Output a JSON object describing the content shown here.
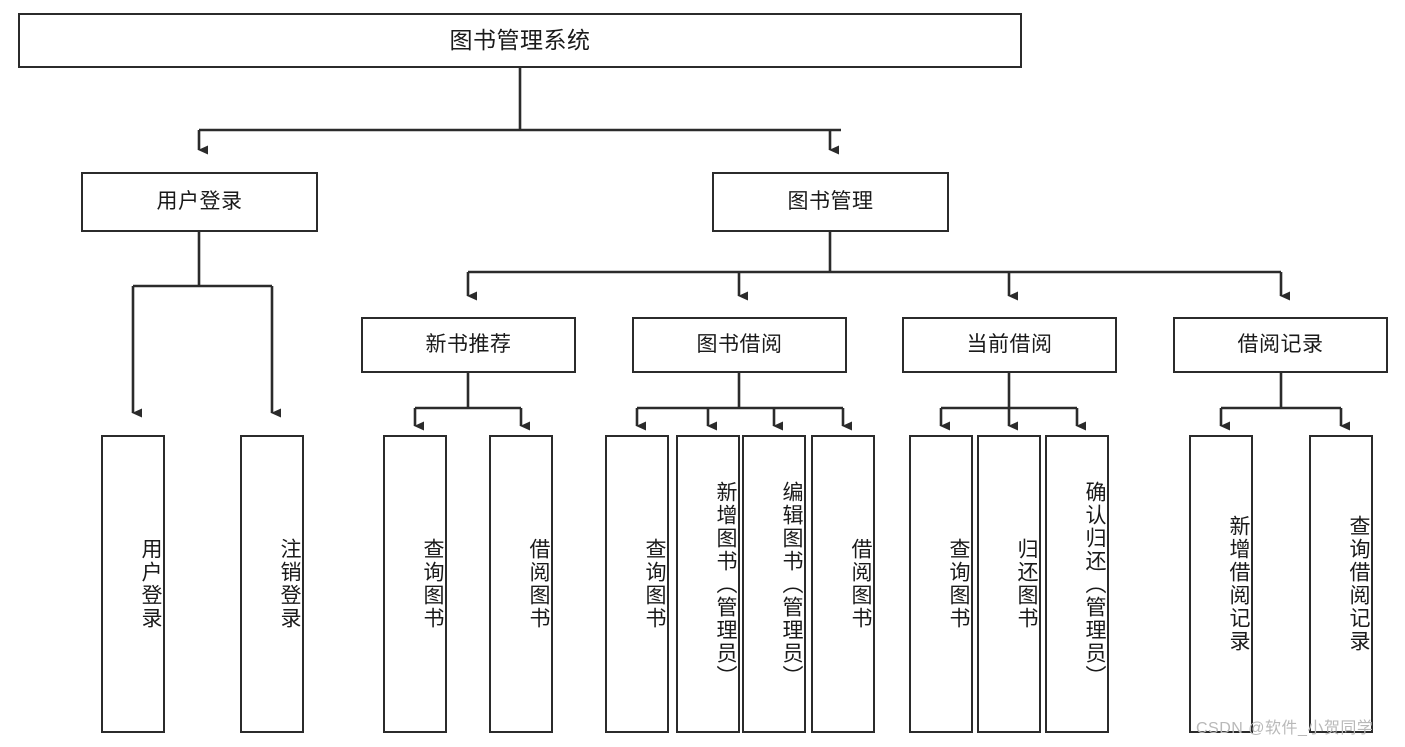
{
  "diagram": {
    "type": "tree-hierarchy",
    "title": "图书管理系统",
    "watermark": "CSDN @软件_小贺同学",
    "colors": {
      "stroke": "#2b2b2b",
      "fill": "#ffffff",
      "text": "#1a1a1a",
      "watermark": "#b9b9b9"
    },
    "nodes": {
      "root": {
        "label": "图书管理系统",
        "level": 1,
        "orientation": "horizontal"
      },
      "level2": [
        {
          "id": "user-login",
          "label": "用户登录",
          "orientation": "horizontal"
        },
        {
          "id": "book-management",
          "label": "图书管理",
          "orientation": "horizontal"
        }
      ],
      "level3": [
        {
          "id": "new-book-recommend",
          "label": "新书推荐",
          "orientation": "horizontal",
          "parent": "book-management"
        },
        {
          "id": "book-borrow",
          "label": "图书借阅",
          "orientation": "horizontal",
          "parent": "book-management"
        },
        {
          "id": "current-borrow",
          "label": "当前借阅",
          "orientation": "horizontal",
          "parent": "book-management"
        },
        {
          "id": "borrow-record",
          "label": "借阅记录",
          "orientation": "horizontal",
          "parent": "book-management"
        }
      ],
      "leaves": {
        "user-login": [
          {
            "id": "leaf-user-login",
            "label": "用户登录",
            "orientation": "vertical"
          },
          {
            "id": "leaf-user-logout",
            "label": "注销登录",
            "orientation": "vertical"
          }
        ],
        "new-book-recommend": [
          {
            "id": "leaf-query-book-1",
            "label": "查询图书",
            "orientation": "vertical"
          },
          {
            "id": "leaf-borrow-book-1",
            "label": "借阅图书",
            "orientation": "vertical"
          }
        ],
        "book-borrow": [
          {
            "id": "leaf-query-book-2",
            "label": "查询图书",
            "orientation": "vertical"
          },
          {
            "id": "leaf-add-book",
            "label": "新增图书（管理员）",
            "orientation": "vertical"
          },
          {
            "id": "leaf-edit-book",
            "label": "编辑图书（管理员）",
            "orientation": "vertical"
          },
          {
            "id": "leaf-borrow-book-2",
            "label": "借阅图书",
            "orientation": "vertical"
          }
        ],
        "current-borrow": [
          {
            "id": "leaf-query-book-3",
            "label": "查询图书",
            "orientation": "vertical"
          },
          {
            "id": "leaf-return-book",
            "label": "归还图书",
            "orientation": "vertical"
          },
          {
            "id": "leaf-confirm-return",
            "label": "确认归还（管理员）",
            "orientation": "vertical"
          }
        ],
        "borrow-record": [
          {
            "id": "leaf-add-record",
            "label": "新增借阅记录",
            "orientation": "vertical"
          },
          {
            "id": "leaf-query-record",
            "label": "查询借阅记录",
            "orientation": "vertical"
          }
        ]
      }
    }
  }
}
